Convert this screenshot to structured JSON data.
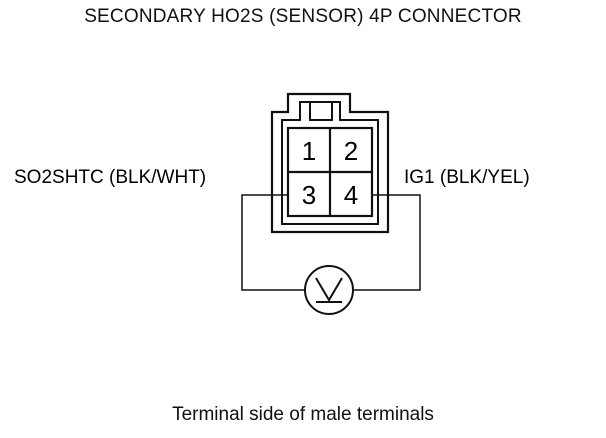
{
  "diagram": {
    "title": "SECONDARY HO2S (SENSOR) 4P CONNECTOR",
    "caption": "Terminal side of male terminals",
    "left_wire_label": "SO2SHTC (BLK/WHT)",
    "right_wire_label": "IG1 (BLK/YEL)",
    "terminals": [
      "1",
      "2",
      "3",
      "4"
    ],
    "meter": "voltmeter-icon"
  }
}
